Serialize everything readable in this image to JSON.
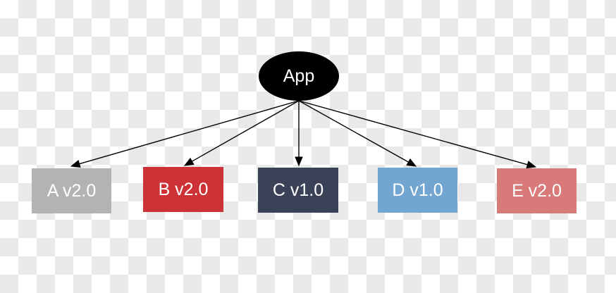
{
  "root": {
    "label": "App",
    "color": "#000000"
  },
  "nodes": [
    {
      "id": "a",
      "label": "A v2.0",
      "color": "#b3b3b3"
    },
    {
      "id": "b",
      "label": "B v2.0",
      "color": "#cd3237"
    },
    {
      "id": "c",
      "label": "C v1.0",
      "color": "#3b4258"
    },
    {
      "id": "d",
      "label": "D v1.0",
      "color": "#72a6d0"
    },
    {
      "id": "e",
      "label": "E v2.0",
      "color": "#d87a79"
    }
  ],
  "edges": [
    {
      "from": "root",
      "to": "a"
    },
    {
      "from": "root",
      "to": "b"
    },
    {
      "from": "root",
      "to": "c"
    },
    {
      "from": "root",
      "to": "d"
    },
    {
      "from": "root",
      "to": "e"
    }
  ]
}
